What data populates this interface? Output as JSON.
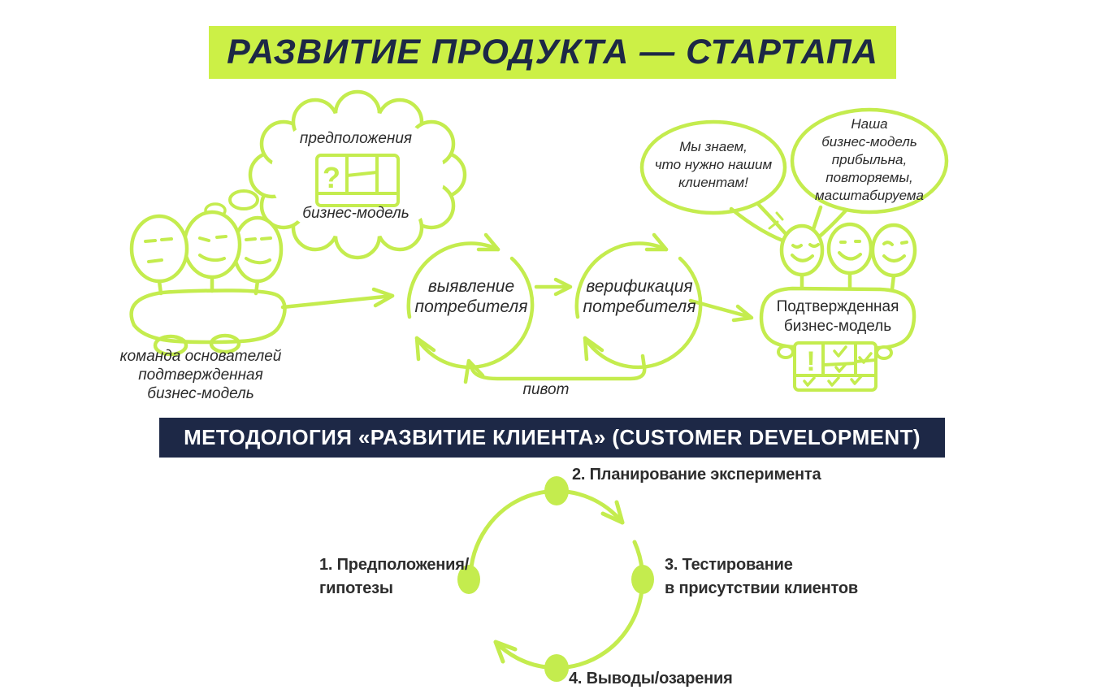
{
  "colors": {
    "lime_banner": "#ccf046",
    "lime_stroke": "#c4ec4e",
    "navy": "#1d2846",
    "ink": "#2b2b2b",
    "background": "#ffffff"
  },
  "header": {
    "title": "РАЗВИТИЕ ПРОДУКТА — СТАРТАПА"
  },
  "startup_diagram": {
    "thought_cloud": {
      "top": "предположения",
      "bottom": "бизнес-модель",
      "canvas_question_mark": "?"
    },
    "founders_caption": [
      "команда основателей",
      "подтвержденная",
      "бизнес-модель"
    ],
    "stage1": [
      "выявление",
      "потребителя"
    ],
    "stage2": [
      "верификация",
      "потребителя"
    ],
    "pivot": "пивот",
    "speech_left": [
      "Мы знаем,",
      "что нужно нашим",
      "клиентам!"
    ],
    "speech_right": [
      "Наша",
      "бизнес-модель",
      "прибыльна,",
      "повторяемы,",
      "масштабируема"
    ],
    "confirmed": [
      "Подтвержденная",
      "бизнес-модель"
    ],
    "confirmed_exclamation": "!"
  },
  "methodology": {
    "banner": "МЕТОДОЛОГИЯ «РАЗВИТИЕ КЛИЕНТА» (CUSTOMER DEVELOPMENT)",
    "steps": {
      "s1": [
        "1. Предположения/",
        "гипотезы"
      ],
      "s2": [
        "2. Планирование эксперимента"
      ],
      "s3": [
        "3. Тестирование",
        "в присутствии клиентов"
      ],
      "s4": [
        "4. Выводы/озарения"
      ]
    }
  },
  "icons": [
    "thought-cloud",
    "business-model-canvas-sketch",
    "founders-team-sketch",
    "customer-discovery-loop",
    "customer-validation-loop",
    "pivot-loop-arrow",
    "speech-bubbles",
    "happy-team-sketch",
    "validated-canvas-sketch",
    "cycle-arrows"
  ]
}
